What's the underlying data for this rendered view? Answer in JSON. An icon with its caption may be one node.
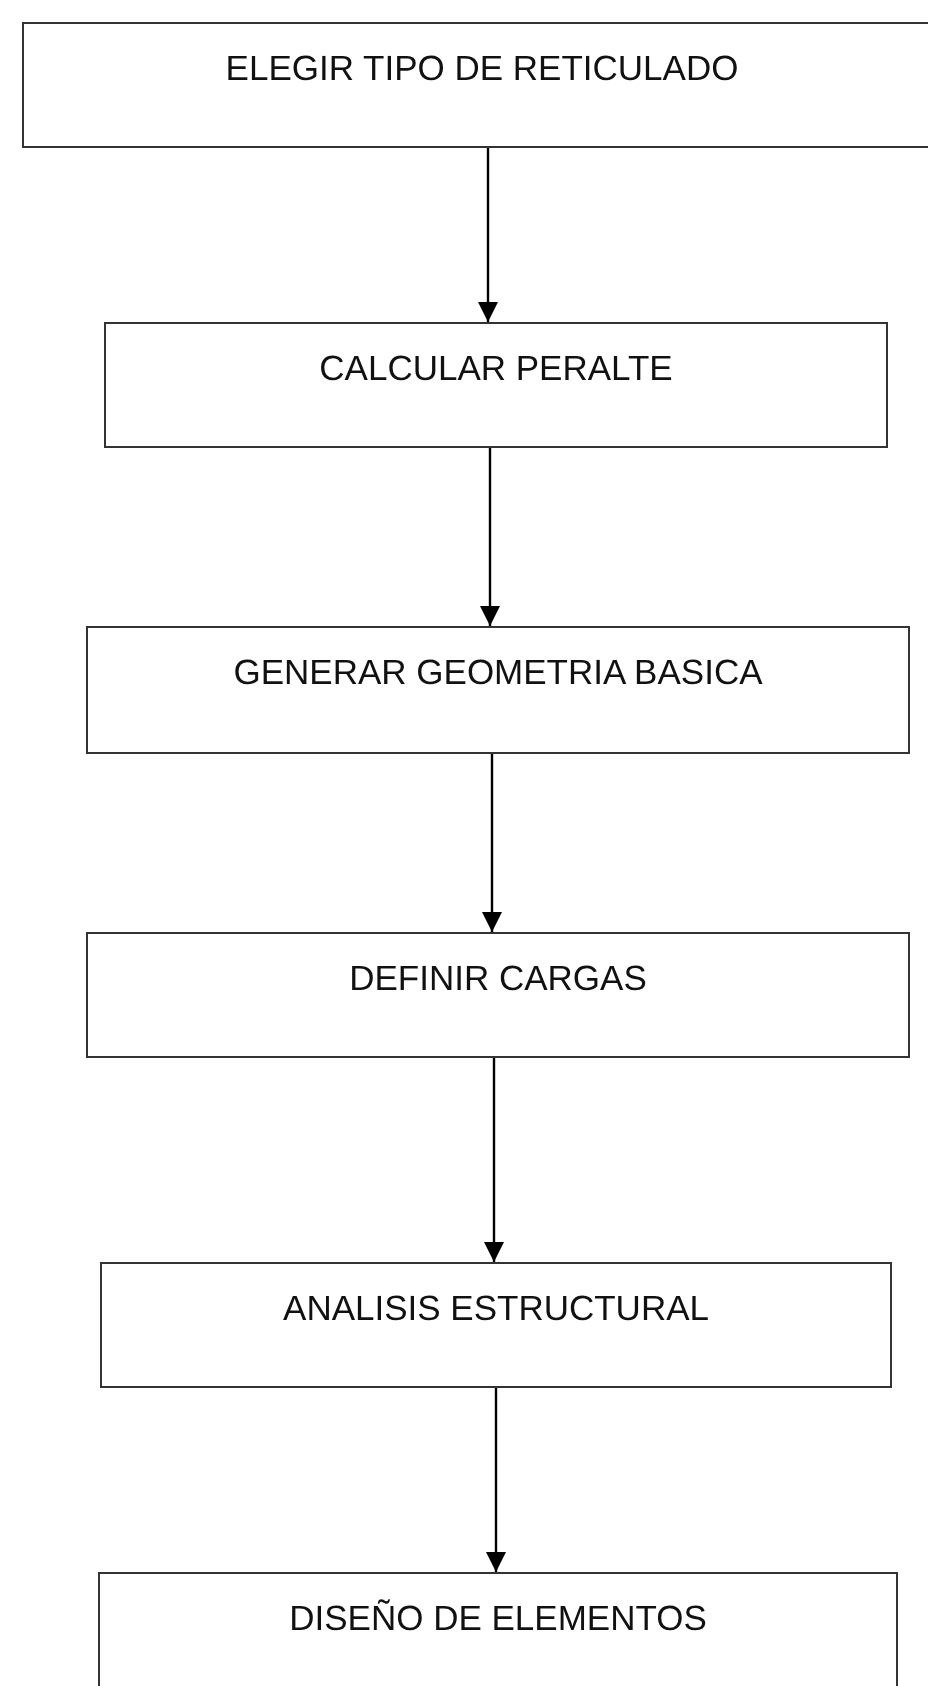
{
  "diagram": {
    "nodes": [
      {
        "text": [
          "ELEGIR TIPO DE RETICULADO"
        ]
      },
      {
        "text": [
          "CALCULAR PERALTE"
        ]
      },
      {
        "text": [
          "GENERAR GEOMETRIA BASICA"
        ]
      },
      {
        "text": [
          "DEFINIR CARGAS"
        ]
      },
      {
        "text": [
          "ANALISIS ESTRUCTURAL"
        ]
      },
      {
        "text": [
          "DISEÑO DE ELEMENTOS"
        ]
      }
    ],
    "edges": [
      {
        "from": 0,
        "to": 1,
        "arrow": "to"
      },
      {
        "from": 1,
        "to": 2,
        "arrow": "to"
      },
      {
        "from": 2,
        "to": 3,
        "arrow": "to"
      },
      {
        "from": 3,
        "to": 4,
        "arrow": "to"
      },
      {
        "from": 4,
        "to": 5,
        "arrow": "to"
      }
    ]
  }
}
